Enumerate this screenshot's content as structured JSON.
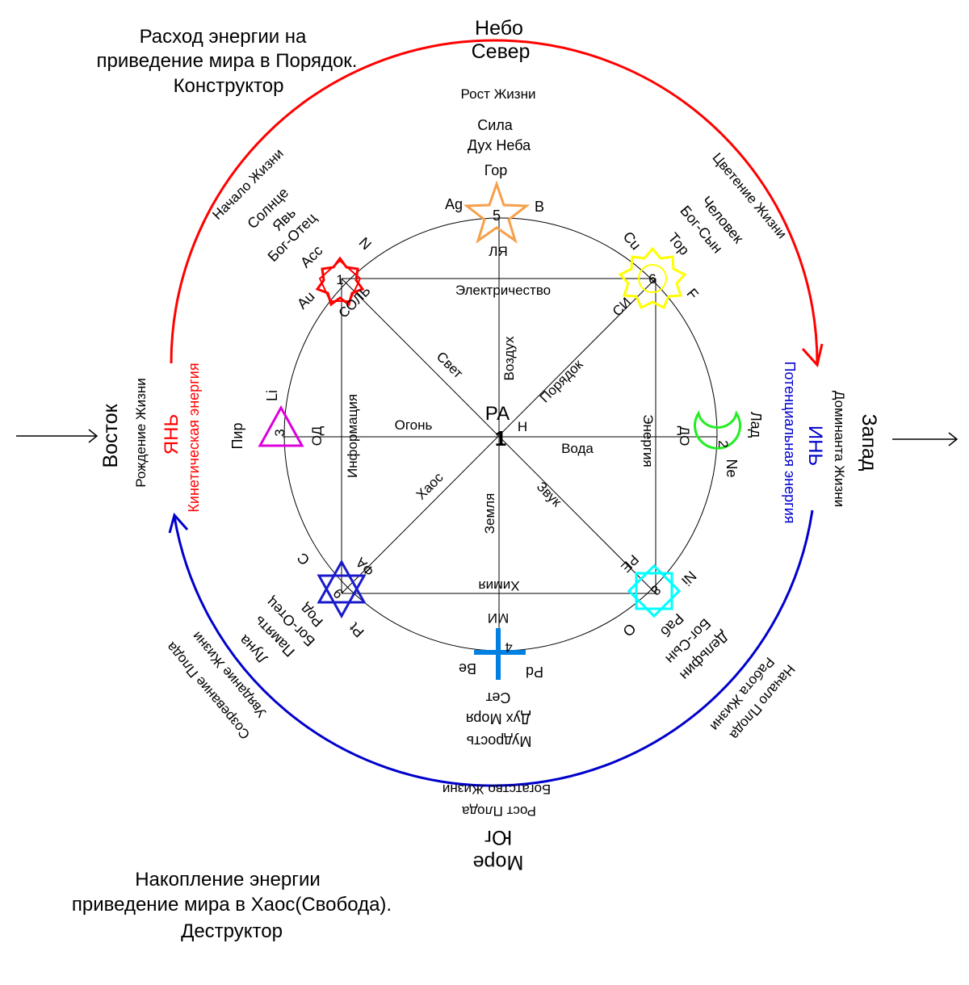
{
  "colors": {
    "red": "#ff0000",
    "blue": "#0000cc",
    "orange": "#f5a04a",
    "yellow": "#ffff00",
    "green": "#22ee22",
    "magenta": "#dd00dd",
    "cyan": "#00ffff",
    "navy": "#1a1acc",
    "sky": "#0080e0"
  },
  "corners": {
    "top_left": [
      "Расход энергии на",
      "приведение мира в Порядок.",
      "Конструктор"
    ],
    "bottom_left": [
      "Накопление энергии",
      "приведение мира в Хаос(Свобода).",
      "Деструктор"
    ]
  },
  "directions": {
    "north": [
      "Небо",
      "Север"
    ],
    "south": [
      "Море",
      "Юг"
    ],
    "east": "Восток",
    "west": "Запад"
  },
  "arc_labels": {
    "rost_zhizni": "Рост Жизни",
    "nachalo_zhizni": "Начало Жизни",
    "tsvetenie_zhizni": "Цветение Жизни",
    "rozhdenie_zhizni": "Рождение Жизни",
    "dominanta_zhizni": "Доминанта Жизни",
    "bogatstvo_zhizni": "Богатство Жизни",
    "rost_ploda": "Рост Плода",
    "nachalo_ploda": "Начало Плода",
    "rabota_zhizni": "Работа Жизни",
    "sozrevanie_ploda": "Созревание Плода",
    "uvyadanie_zhizni": "Увядание Жизни"
  },
  "energies": {
    "yang": "ЯНЬ",
    "kinetic": "Кинетическая энергия",
    "yin": "ИНЬ",
    "potential": "Потенциальная энергия"
  },
  "top_node": {
    "lines": [
      "Сила",
      "Дух Неба",
      "Гор"
    ],
    "ag": "Ag",
    "b": "B",
    "number": "5",
    "note": "ЛЯ"
  },
  "node1": {
    "lines": [
      "Солнце",
      "Явь",
      "Бог-Отец",
      "Асс"
    ],
    "n": "N",
    "au": "Au",
    "number": "1",
    "note": "СОЛЬ"
  },
  "node6": {
    "lines": [
      "Человек",
      "Бог-Сын",
      "Тор"
    ],
    "cu": "Cu",
    "f": "F",
    "number": "6",
    "note": "СИ"
  },
  "node3": {
    "li": "Li",
    "pir": "Пир",
    "number": "3",
    "note": "ОД"
  },
  "node2": {
    "lad": "Лад",
    "ne": "Ne",
    "number": "2",
    "note": "ДО"
  },
  "node9": {
    "lines": [
      "Луна",
      "Память",
      "Бог-Отец",
      "Род"
    ],
    "c": "C",
    "pt": "Pt",
    "number": "9",
    "note": "ФА"
  },
  "node8": {
    "lines": [
      "Раб",
      "Бог-Сын",
      "Дельфин"
    ],
    "ni": "Ni",
    "o": "O",
    "number": "8",
    "note": "РЕ"
  },
  "bottom_node": {
    "lines": [
      "Сет",
      "Дух Моря",
      "Мудрость"
    ],
    "be": "Be",
    "pd": "Pd",
    "number": "4",
    "note": "МИ"
  },
  "center": {
    "ra": "РА",
    "h": "H",
    "number": "1"
  },
  "links": {
    "electricity": "Электричество",
    "light": "Свет",
    "air": "Воздух",
    "order": "Порядок",
    "fire": "Огонь",
    "water": "Вода",
    "information": "Информация",
    "energy": "Энергия",
    "chaos": "Хаос",
    "earth": "Земля",
    "sound": "Звук",
    "chemistry": "Химия"
  }
}
